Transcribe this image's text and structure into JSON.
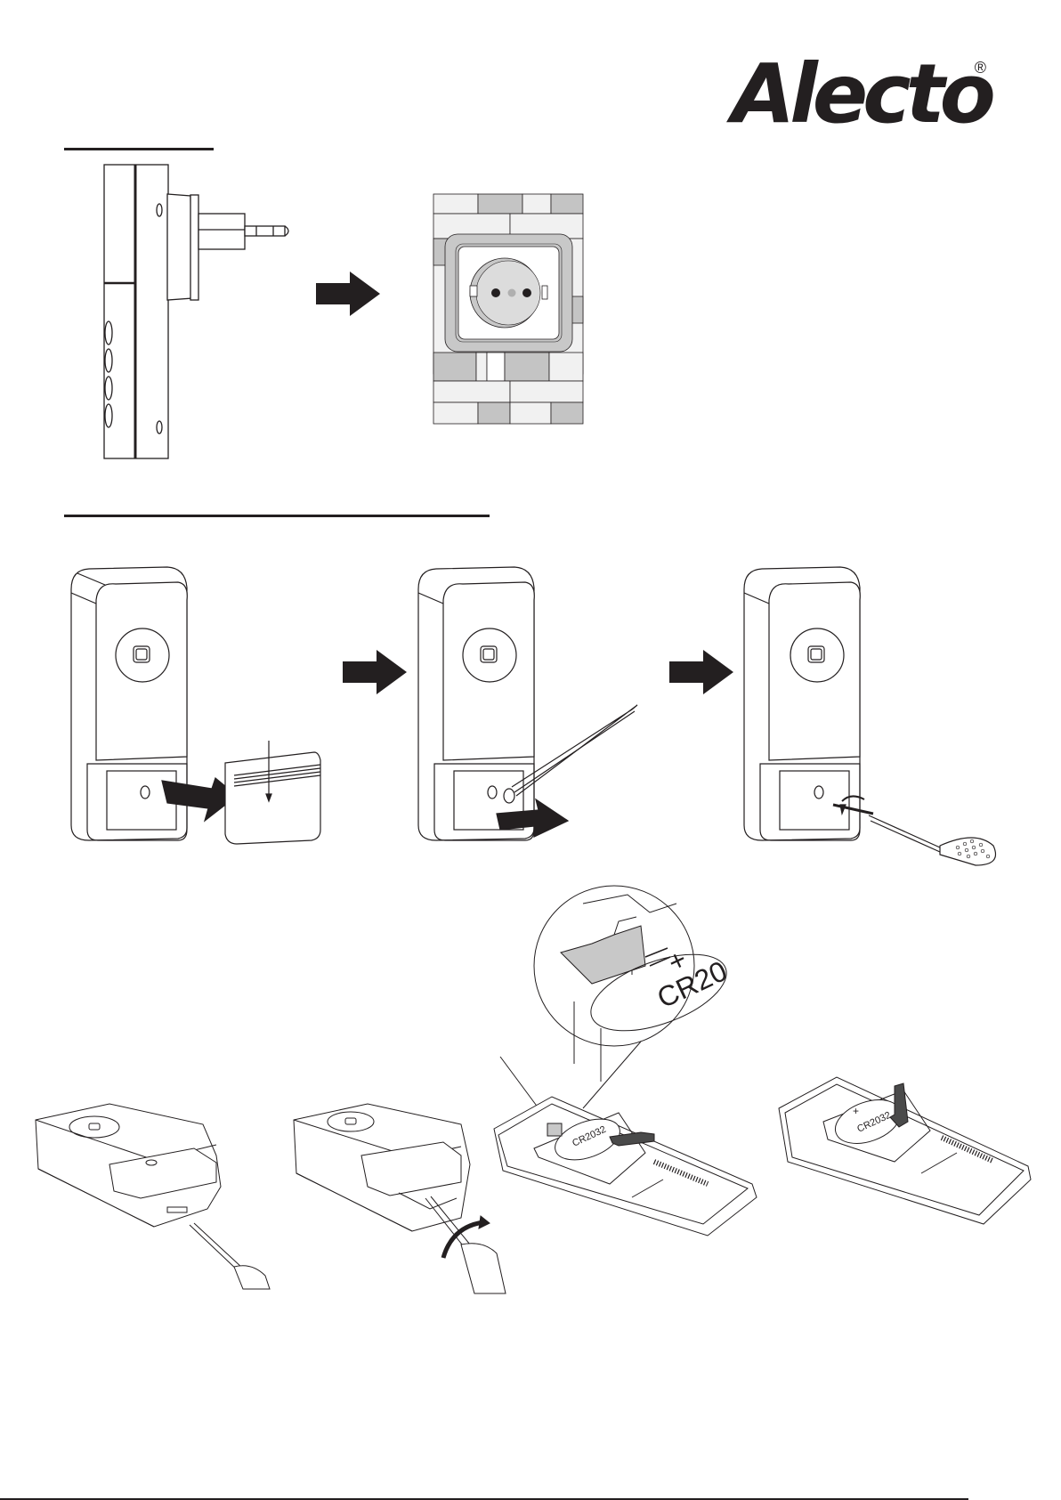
{
  "brand": {
    "name": "Alecto",
    "registered_mark": "®"
  },
  "sections": [
    {
      "id": "plug-in",
      "figures": [
        "receiver-side-view-with-plug",
        "arrow-right",
        "wall-socket"
      ]
    },
    {
      "id": "push-button-mounting",
      "figures": [
        "remove-cover",
        "arrow-right",
        "remove-with-tweezers",
        "arrow-right",
        "screw-to-wall"
      ]
    },
    {
      "id": "battery-replacement",
      "figures": [
        "pry-open-housing",
        "twist-screwdriver",
        "insert-battery-detail",
        "press-battery-down"
      ]
    }
  ],
  "battery": {
    "type_label": "CR2032",
    "type_label_partial": "CR20",
    "polarity": "+"
  },
  "colors": {
    "ink": "#231f20",
    "brick_light": "#f1f1f1",
    "brick_dark": "#c4c4c4",
    "socket_frame": "#c8c8c8",
    "socket_inner": "#dcdcdc",
    "clip_gray": "#c8c8c8",
    "arrow_gray": "#4a4a4a"
  }
}
